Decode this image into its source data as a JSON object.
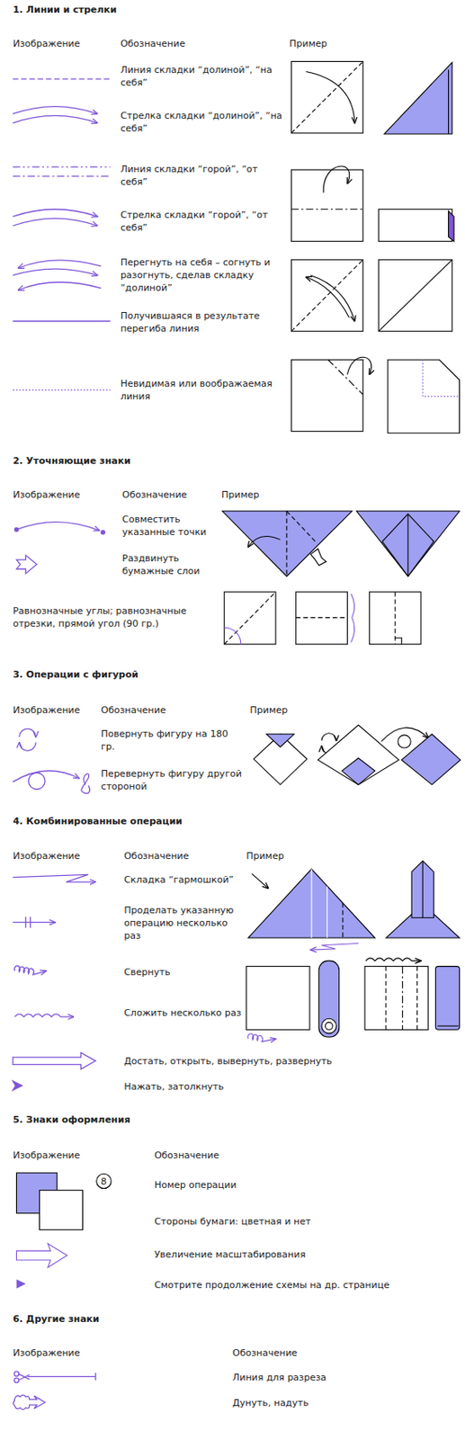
{
  "diagram": {
    "labels": [
      "1. Линии и стрелки",
      "Изображение",
      "Обозначение",
      "Пример",
      "Линия складки “долиной”, “на себя”",
      "Стрелка складки “долиной”, “на себя”",
      "Линия складки “горой”, “от себя”",
      "Стрелка складки “горой”, “от себя”",
      "Перегнуть на себя – согнуть и разогнуть, сделав складку “долиной”",
      "Получившаяся в результате перегиба линия",
      "Невидимая или воображаемая линия",
      "2. Уточняющие знаки",
      "Изображение",
      "Обозначение",
      "Пример",
      "Совместить указанные точки",
      "Раздвинуть бумажные слои",
      "Равнозначные углы; равнозначные отрезки, прямой угол (90 гр.)",
      "3. Операции с фигурой",
      "Изображение",
      "Обозначение",
      "Пример",
      "Повернуть фигуру на 180 гр.",
      "Перевернуть фигуру другой стороной",
      "4. Комбинированные операции",
      "Изображение",
      "Обозначение",
      "Пример",
      "Складка “гармошкой”",
      "Проделать указанную операцию несколько раз",
      "Свернуть",
      "Сложить несколько раз",
      "Достать, открыть, вывернуть, развернуть",
      "Нажать, затолкнуть",
      "5. Знаки оформления",
      "Изображение",
      "Обозначение",
      "8",
      "Номер операции",
      "Стороны бумаги: цветная и нет",
      "Увеличение масштабирования",
      "Смотрите продолжение схемы на др. странице",
      "6. Другие знаки",
      "Изображение",
      "Обозначение",
      "Линия для разреза",
      "Дунуть, надуть"
    ]
  }
}
